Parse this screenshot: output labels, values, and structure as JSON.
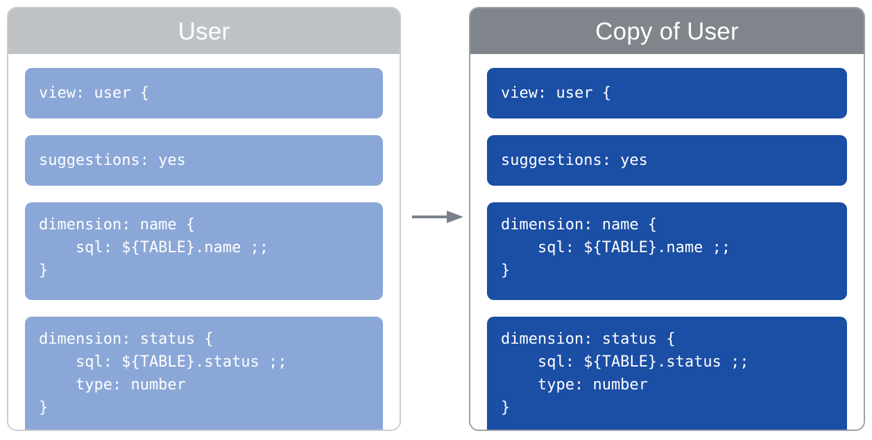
{
  "diagram": {
    "type": "copy-transformation",
    "arrow": {
      "icon": "right-arrow-icon",
      "color": "#7b818a",
      "direction": "left-to-right"
    },
    "panels": [
      {
        "id": "source",
        "title": "User",
        "header_color": "#bec2c5",
        "block_color": "#8ba7d7",
        "border_color": "#c9cccf",
        "blocks": [
          "view: user {",
          "suggestions: yes",
          "dimension: name {\n    sql: ${TABLE}.name ;;\n}",
          "dimension: status {\n    sql: ${TABLE}.status ;;\n    type: number\n}"
        ]
      },
      {
        "id": "copy",
        "title": "Copy of User",
        "header_color": "#80858b",
        "block_color": "#1b4ea5",
        "border_color": "#9aa0a6",
        "blocks": [
          "view: user {",
          "suggestions: yes",
          "dimension: name {\n    sql: ${TABLE}.name ;;\n}",
          "dimension: status {\n    sql: ${TABLE}.status ;;\n    type: number\n}"
        ]
      }
    ]
  }
}
